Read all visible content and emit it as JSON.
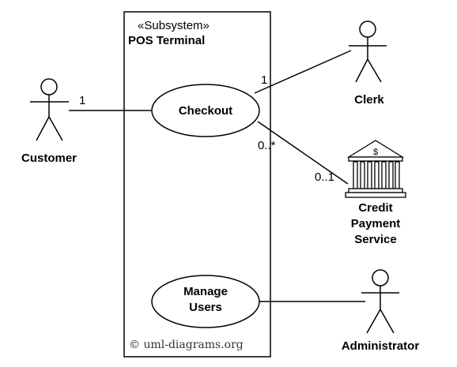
{
  "subsystem": {
    "stereotype": "«Subsystem»",
    "name": "POS Terminal"
  },
  "use_cases": {
    "checkout": "Checkout",
    "manage_users_line1": "Manage",
    "manage_users_line2": "Users"
  },
  "actors": {
    "customer": "Customer",
    "clerk": "Clerk",
    "credit_line1": "Credit",
    "credit_line2": "Payment",
    "credit_line3": "Service",
    "administrator": "Administrator"
  },
  "bank_symbol": "$",
  "multiplicities": {
    "customer_end": "1",
    "clerk_end": "1",
    "checkout_to_credit": "0..*",
    "credit_end": "0..1"
  },
  "watermark": "© uml-diagrams.org"
}
